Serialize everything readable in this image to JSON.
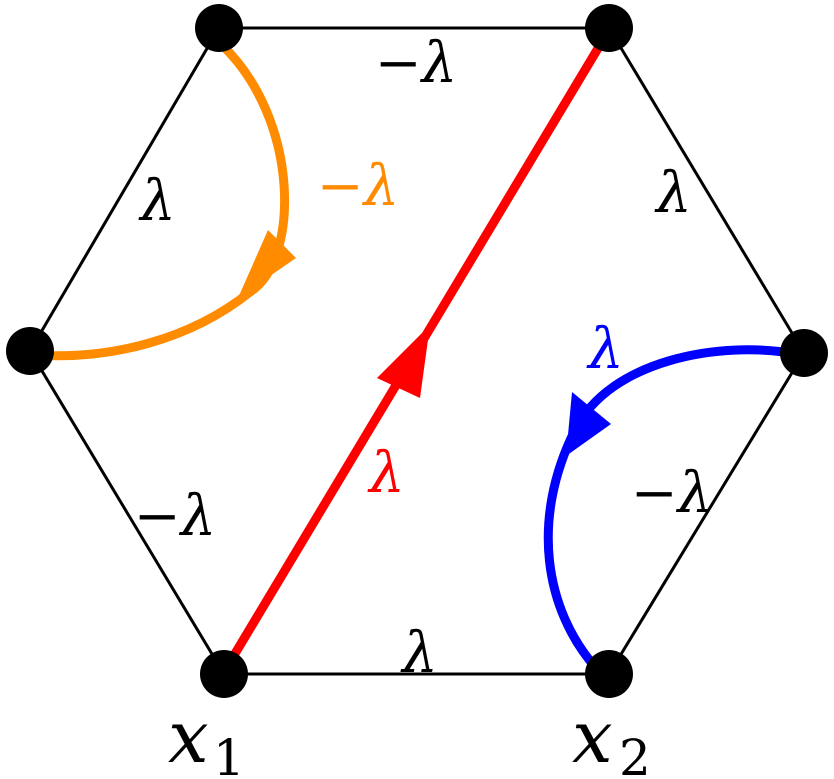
{
  "diagram": {
    "edge_labels": {
      "top": "−λ",
      "upper_right": "λ",
      "lower_right": "−λ",
      "bottom": "λ",
      "lower_left": "−λ",
      "upper_left": "λ"
    },
    "arrow_labels": {
      "orange": "−λ",
      "red": "λ",
      "blue": "λ"
    },
    "vertex_labels": {
      "x1_base": "x",
      "x1_sub": "1",
      "x2_base": "x",
      "x2_sub": "2"
    },
    "colors": {
      "edge": "#000000",
      "vertex": "#000000",
      "orange": "#ff8c00",
      "red": "#ff0000",
      "blue": "#0000ff"
    }
  }
}
